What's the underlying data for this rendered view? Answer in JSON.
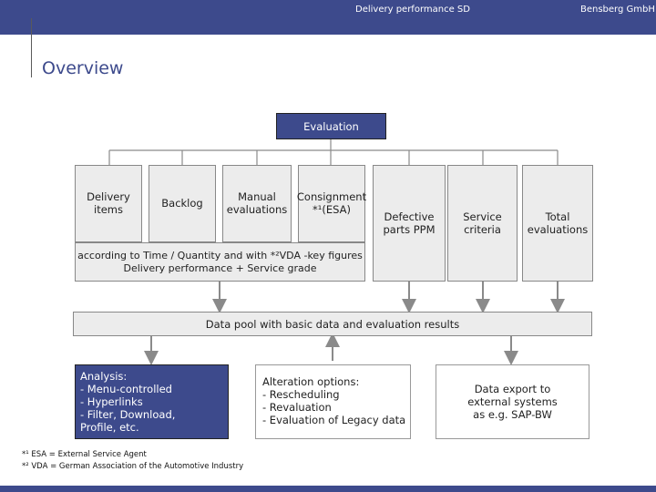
{
  "header": {
    "title": "Delivery performance SD",
    "company": "Bensberg GmbH"
  },
  "page": {
    "title": "Overview"
  },
  "diagram": {
    "evaluation": "Evaluation",
    "delivery_items": "Delivery\nitems",
    "backlog": "Backlog",
    "manual_evaluations": "Manual\nevaluations",
    "consignment": "Consignment\n*¹(ESA)",
    "defective_parts": "Defective\nparts PPM",
    "service_criteria": "Service\ncriteria",
    "total_evaluations": "Total\nevaluations",
    "according_to": "according to Time / Quantity and with *²VDA -key figures\nDelivery performance + Service grade",
    "data_pool": "Data pool with basic data and evaluation results",
    "analysis": "Analysis:\n- Menu-controlled\n- Hyperlinks\n- Filter, Download,\n   Profile, etc.",
    "alteration": "Alteration options:\n- Rescheduling\n- Revaluation\n- Evaluation of Legacy data",
    "data_export": "Data export to\nexternal systems\nas e.g. SAP-BW"
  },
  "footnotes": {
    "note1": "*¹ ESA = External Service Agent",
    "note2": "*² VDA = German Association of the Automotive Industry"
  },
  "colors": {
    "brand": "#3d4a8c",
    "box_fill": "#ececec",
    "box_border": "#888888",
    "arrow": "#8a8a8a"
  }
}
